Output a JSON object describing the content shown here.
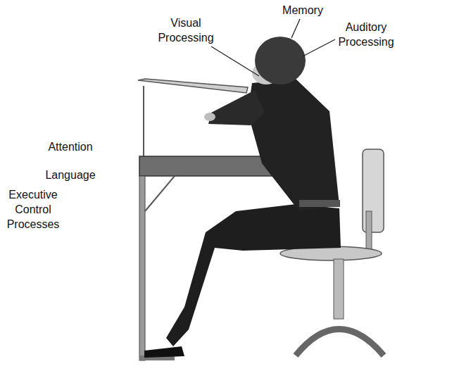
{
  "diagram": {
    "labels": [
      "Memory",
      "Visual Processing",
      "Auditory Processing",
      "Attention",
      "Language",
      "Executive Control Processes"
    ]
  }
}
